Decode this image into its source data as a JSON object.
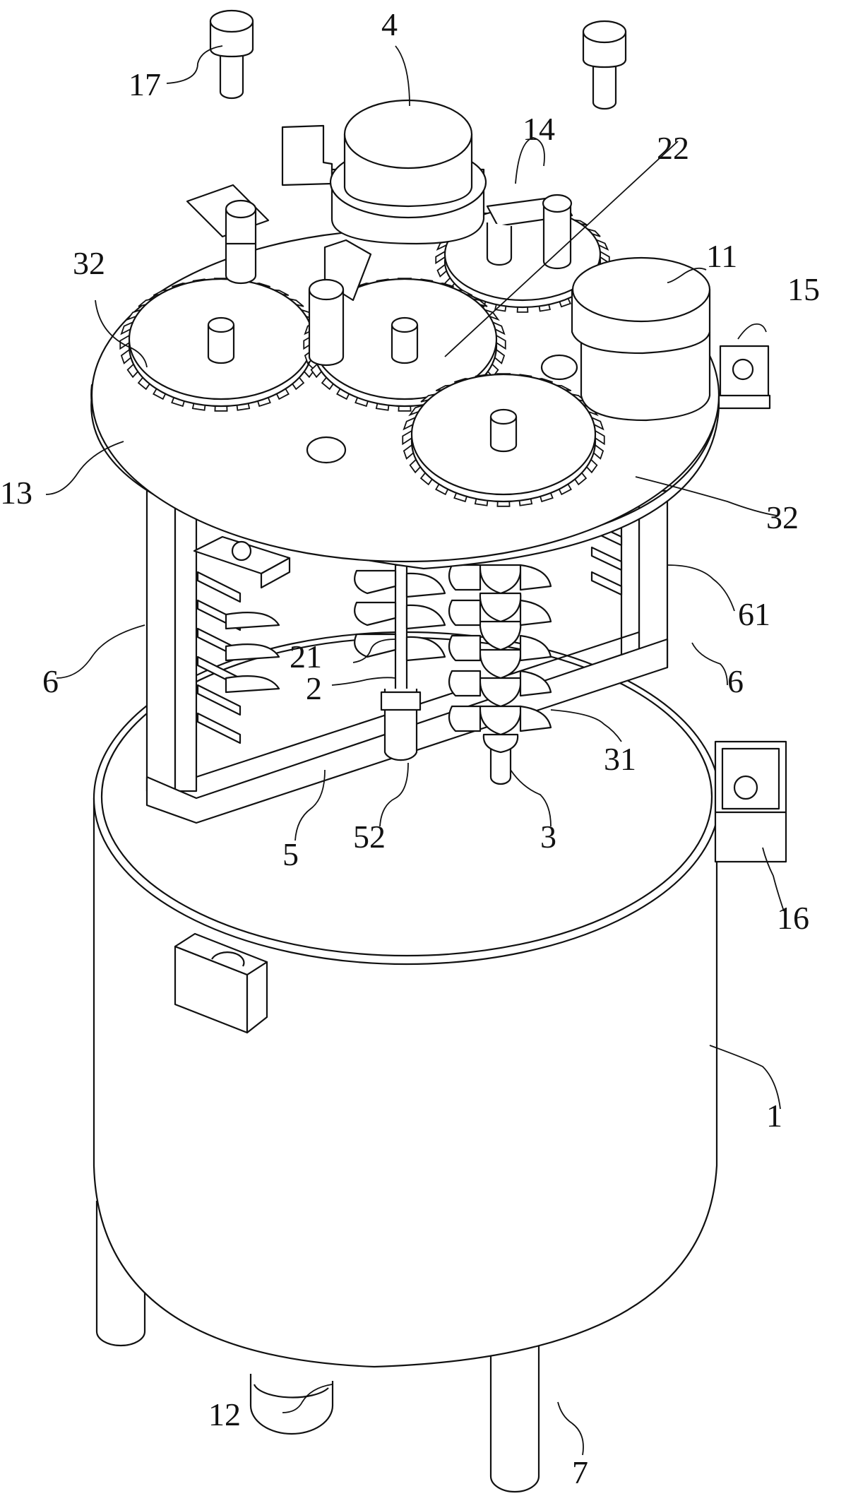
{
  "figure": {
    "description": "Perspective line drawing of a stirring tank apparatus with gear train lid",
    "labels": [
      {
        "id": "label-17",
        "text": "17",
        "part": "support-pin"
      },
      {
        "id": "label-4",
        "text": "4",
        "part": "drive-motor"
      },
      {
        "id": "label-14",
        "text": "14",
        "part": "bracket"
      },
      {
        "id": "label-22",
        "text": "22",
        "part": "center-gear"
      },
      {
        "id": "label-11",
        "text": "11",
        "part": "secondary-motor"
      },
      {
        "id": "label-15",
        "text": "15",
        "part": "lid-lug"
      },
      {
        "id": "label-32-left",
        "text": "32",
        "part": "planet-gear"
      },
      {
        "id": "label-13",
        "text": "13",
        "part": "lid-plate"
      },
      {
        "id": "label-32-right",
        "text": "32",
        "part": "planet-gear"
      },
      {
        "id": "label-61",
        "text": "61",
        "part": "scraper-blade"
      },
      {
        "id": "label-6-left",
        "text": "6",
        "part": "frame-post"
      },
      {
        "id": "label-21",
        "text": "21",
        "part": "shaft-blade"
      },
      {
        "id": "label-2",
        "text": "2",
        "part": "center-shaft"
      },
      {
        "id": "label-6-right",
        "text": "6",
        "part": "frame-post"
      },
      {
        "id": "label-31",
        "text": "31",
        "part": "auger-blade"
      },
      {
        "id": "label-5",
        "text": "5",
        "part": "frame-base"
      },
      {
        "id": "label-52",
        "text": "52",
        "part": "shaft-bushing"
      },
      {
        "id": "label-3",
        "text": "3",
        "part": "auger-shaft"
      },
      {
        "id": "label-16",
        "text": "16",
        "part": "tank-lug"
      },
      {
        "id": "label-1",
        "text": "1",
        "part": "tank-body"
      },
      {
        "id": "label-12",
        "text": "12",
        "part": "discharge-valve"
      },
      {
        "id": "label-7",
        "text": "7",
        "part": "support-leg"
      }
    ]
  }
}
